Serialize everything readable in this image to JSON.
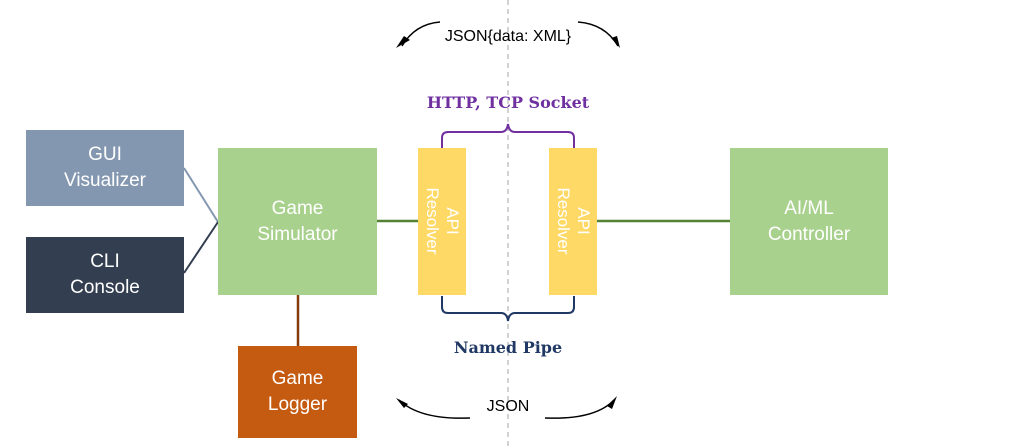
{
  "top_arc_label": "JSON{data: XML}",
  "bottom_arc_label": "JSON",
  "http_label": "HTTP, TCP Socket",
  "pipe_label": "Named Pipe",
  "gui": {
    "line1": "GUI",
    "line2": "Visualizer"
  },
  "cli": {
    "line1": "CLI",
    "line2": "Console"
  },
  "simulator": {
    "line1": "Game",
    "line2": "Simulator"
  },
  "logger": {
    "line1": "Game",
    "line2": "Logger"
  },
  "resolver_left": {
    "line1": "API",
    "line2": "Resolver"
  },
  "resolver_right": {
    "line1": "API",
    "line2": "Resolver"
  },
  "controller": {
    "line1": "AI/ML",
    "line2": "Controller"
  },
  "colors": {
    "gui": "#8497b0",
    "cli": "#333f50",
    "green": "#a9d18e",
    "logger": "#c55a11",
    "resolver": "#ffd966",
    "http": "#7030a0",
    "pipe": "#1f3864",
    "wire_green": "#548235",
    "wire_brown": "#843c0c"
  }
}
